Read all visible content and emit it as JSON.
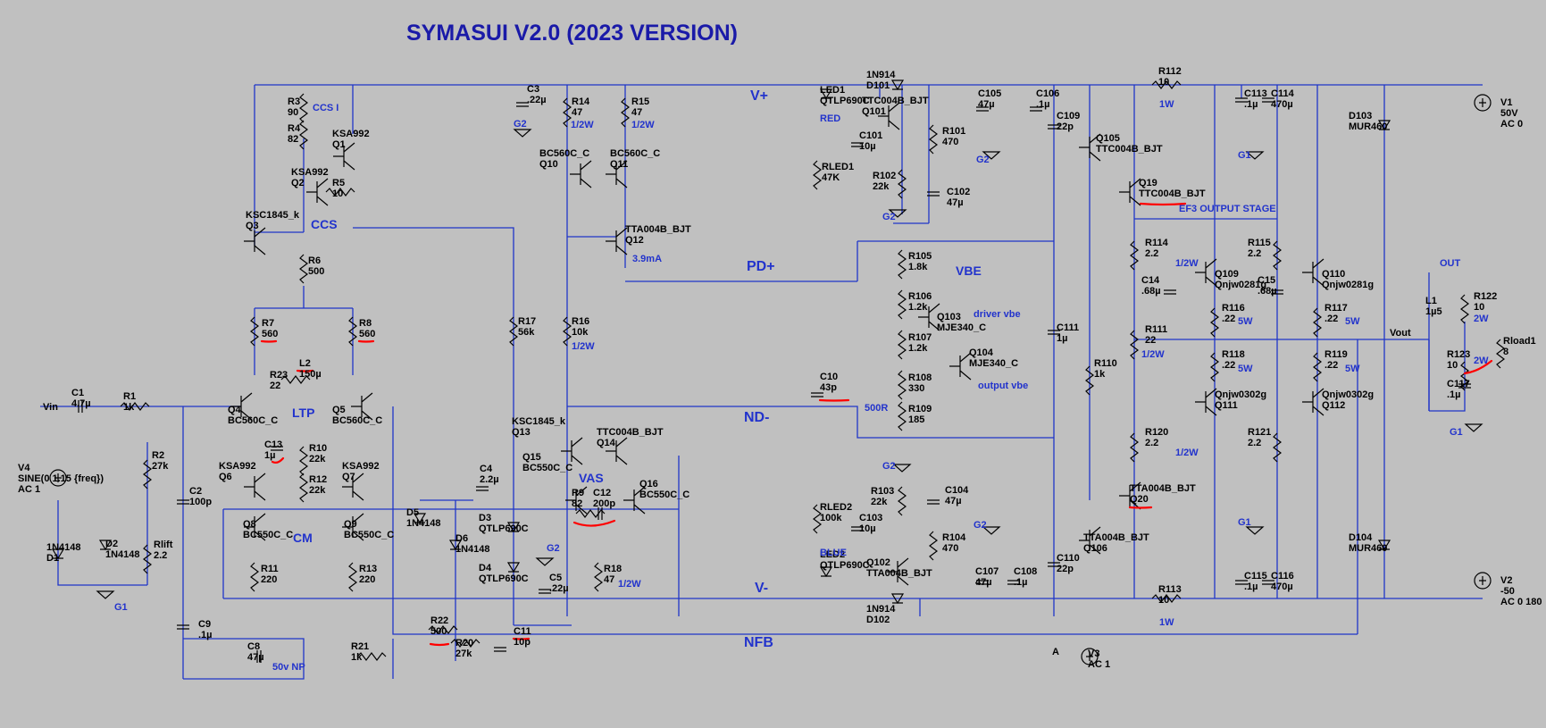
{
  "title": "SYMASUI V2.0 (2023 VERSION)",
  "colors": {
    "background": "#c0c0c0",
    "wire": "#1f35c8",
    "text": "#000000",
    "net_label": "#2233cc",
    "highlight": "#ff0000"
  },
  "net_labels": [
    {
      "id": "vplus",
      "text": "V+"
    },
    {
      "id": "vminus",
      "text": "V-"
    },
    {
      "id": "pdplus",
      "text": "PD+"
    },
    {
      "id": "ndminus",
      "text": "ND-"
    },
    {
      "id": "nfb",
      "text": "NFB"
    },
    {
      "id": "vin",
      "text": "Vin"
    },
    {
      "id": "vout",
      "text": "Vout"
    },
    {
      "id": "out",
      "text": "OUT"
    },
    {
      "id": "port-a",
      "text": "A"
    }
  ],
  "block_labels": [
    {
      "id": "ccs",
      "text": "CCS"
    },
    {
      "id": "ltp",
      "text": "LTP"
    },
    {
      "id": "cm",
      "text": "CM"
    },
    {
      "id": "vas",
      "text": "VAS"
    },
    {
      "id": "vbe",
      "text": "VBE"
    }
  ],
  "notes": [
    {
      "id": "ccs1",
      "text": "CCS I"
    },
    {
      "id": "ef3",
      "text": "EF3 OUTPUT STAGE"
    },
    {
      "id": "drivervbe",
      "text": "driver vbe"
    },
    {
      "id": "outputvbe",
      "text": "output vbe"
    },
    {
      "id": "ma",
      "text": "3.9mA"
    },
    {
      "id": "r500",
      "text": "500R"
    },
    {
      "id": "np",
      "text": "50v NP"
    },
    {
      "id": "r14w",
      "text": "1/2W"
    },
    {
      "id": "r15w",
      "text": "1/2W"
    },
    {
      "id": "r16w",
      "text": "1/2W"
    },
    {
      "id": "r18w",
      "text": "1/2W"
    },
    {
      "id": "r112w",
      "text": "1W"
    },
    {
      "id": "r113w",
      "text": "1W"
    },
    {
      "id": "r114w",
      "text": "1/2W"
    },
    {
      "id": "r111w",
      "text": "1/2W"
    },
    {
      "id": "r120w",
      "text": "1/2W"
    },
    {
      "id": "r116w",
      "text": "5W"
    },
    {
      "id": "r117w",
      "text": "5W"
    },
    {
      "id": "r118w",
      "text": "5W"
    },
    {
      "id": "r119w",
      "text": "5W"
    },
    {
      "id": "r122w",
      "text": "2W"
    },
    {
      "id": "r123w",
      "text": "2W"
    },
    {
      "id": "red",
      "text": "RED"
    },
    {
      "id": "blue",
      "text": "BLUE"
    }
  ],
  "components": [
    {
      "id": "r3",
      "lines": [
        "R3",
        "90"
      ]
    },
    {
      "id": "r4",
      "lines": [
        "R4",
        "82"
      ]
    },
    {
      "id": "q1",
      "lines": [
        "KSA992",
        "Q1"
      ]
    },
    {
      "id": "q2",
      "lines": [
        "KSA992",
        "Q2"
      ]
    },
    {
      "id": "r5",
      "lines": [
        "R5",
        "10"
      ]
    },
    {
      "id": "q3",
      "lines": [
        "KSC1845_k",
        "Q3"
      ]
    },
    {
      "id": "r6",
      "lines": [
        "R6",
        "500"
      ]
    },
    {
      "id": "r7",
      "lines": [
        "R7",
        "560"
      ]
    },
    {
      "id": "r8",
      "lines": [
        "R8",
        "560"
      ]
    },
    {
      "id": "l2",
      "lines": [
        "L2",
        "150µ"
      ]
    },
    {
      "id": "r23",
      "lines": [
        "R23",
        "22"
      ]
    },
    {
      "id": "q4",
      "lines": [
        "Q4",
        "BC560C_C"
      ]
    },
    {
      "id": "q5",
      "lines": [
        "Q5",
        "BC560C_C"
      ]
    },
    {
      "id": "c13",
      "lines": [
        "C13",
        "1µ"
      ]
    },
    {
      "id": "r10",
      "lines": [
        "R10",
        "22k"
      ]
    },
    {
      "id": "r12",
      "lines": [
        "R12",
        "22k"
      ]
    },
    {
      "id": "q6",
      "lines": [
        "KSA992",
        "Q6"
      ]
    },
    {
      "id": "q7",
      "lines": [
        "KSA992",
        "Q7"
      ]
    },
    {
      "id": "q8",
      "lines": [
        "Q8",
        "BC550C_C"
      ]
    },
    {
      "id": "q9",
      "lines": [
        "Q9",
        "BC550C_C"
      ]
    },
    {
      "id": "r11",
      "lines": [
        "R11",
        "220"
      ]
    },
    {
      "id": "r13",
      "lines": [
        "R13",
        "220"
      ]
    },
    {
      "id": "c1",
      "lines": [
        "C1",
        "4.7µ"
      ]
    },
    {
      "id": "r1",
      "lines": [
        "R1",
        "1k"
      ]
    },
    {
      "id": "v4",
      "lines": [
        "V4",
        "SINE(0 1.15 {freq})",
        "AC 1"
      ]
    },
    {
      "id": "r2",
      "lines": [
        "R2",
        "27k"
      ]
    },
    {
      "id": "c2",
      "lines": [
        "C2",
        "100p"
      ]
    },
    {
      "id": "d1",
      "lines": [
        "1N4148",
        "D1"
      ]
    },
    {
      "id": "d2",
      "lines": [
        "D2",
        "1N4148"
      ]
    },
    {
      "id": "rlift",
      "lines": [
        "Rlift",
        "2.2"
      ]
    },
    {
      "id": "c9",
      "lines": [
        "C9",
        ".1µ"
      ]
    },
    {
      "id": "c8",
      "lines": [
        "C8",
        "47µ"
      ]
    },
    {
      "id": "r21",
      "lines": [
        "R21",
        "1k"
      ]
    },
    {
      "id": "r22",
      "lines": [
        "R22",
        "500"
      ]
    },
    {
      "id": "r20",
      "lines": [
        "R20",
        "27k"
      ]
    },
    {
      "id": "c11",
      "lines": [
        "C11",
        "10p"
      ]
    },
    {
      "id": "c3",
      "lines": [
        "C3",
        ".22µ"
      ]
    },
    {
      "id": "r14",
      "lines": [
        "R14",
        "47"
      ]
    },
    {
      "id": "r15",
      "lines": [
        "R15",
        "47"
      ]
    },
    {
      "id": "q10",
      "lines": [
        "BC560C_C",
        "Q10"
      ]
    },
    {
      "id": "q11",
      "lines": [
        "BC560C_C",
        "Q11"
      ]
    },
    {
      "id": "q12",
      "lines": [
        "TTA004B_BJT",
        "Q12"
      ]
    },
    {
      "id": "r16",
      "lines": [
        "R16",
        "10k"
      ]
    },
    {
      "id": "r17",
      "lines": [
        "R17",
        "56k"
      ]
    },
    {
      "id": "c4",
      "lines": [
        "C4",
        "2.2µ"
      ]
    },
    {
      "id": "d5",
      "lines": [
        "D5",
        "1N4148"
      ]
    },
    {
      "id": "d6",
      "lines": [
        "D6",
        "1N4148"
      ]
    },
    {
      "id": "d3",
      "lines": [
        "D3",
        "QTLP690C"
      ]
    },
    {
      "id": "d4",
      "lines": [
        "D4",
        "QTLP690C"
      ]
    },
    {
      "id": "c5",
      "lines": [
        "C5",
        ".22µ"
      ]
    },
    {
      "id": "q13",
      "lines": [
        "KSC1845_k",
        "Q13"
      ]
    },
    {
      "id": "q14",
      "lines": [
        "TTC004B_BJT",
        "Q14"
      ]
    },
    {
      "id": "q15",
      "lines": [
        "Q15",
        "BC550C_C"
      ]
    },
    {
      "id": "q16",
      "lines": [
        "Q16",
        "BC550C_C"
      ]
    },
    {
      "id": "r9",
      "lines": [
        "R9",
        "82"
      ]
    },
    {
      "id": "c12",
      "lines": [
        "C12",
        "200p"
      ]
    },
    {
      "id": "r18",
      "lines": [
        "R18",
        "47"
      ]
    },
    {
      "id": "c10",
      "lines": [
        "C10",
        "43p"
      ]
    },
    {
      "id": "led1",
      "lines": [
        "LED1",
        "QTLP690C"
      ]
    },
    {
      "id": "rled1",
      "lines": [
        "RLED1",
        "47K"
      ]
    },
    {
      "id": "d101",
      "lines": [
        "1N914",
        "D101"
      ]
    },
    {
      "id": "q101",
      "lines": [
        "TTC004B_BJT",
        "Q101"
      ]
    },
    {
      "id": "c101",
      "lines": [
        "C101",
        "10µ"
      ]
    },
    {
      "id": "r101",
      "lines": [
        "R101",
        "470"
      ]
    },
    {
      "id": "r102",
      "lines": [
        "R102",
        "22k"
      ]
    },
    {
      "id": "c102",
      "lines": [
        "C102",
        "47µ"
      ]
    },
    {
      "id": "c105",
      "lines": [
        "C105",
        "47µ"
      ]
    },
    {
      "id": "c106",
      "lines": [
        "C106",
        ".1µ"
      ]
    },
    {
      "id": "r105",
      "lines": [
        "R105",
        "1.8k"
      ]
    },
    {
      "id": "r106",
      "lines": [
        "R106",
        "1.2k"
      ]
    },
    {
      "id": "r107",
      "lines": [
        "R107",
        "1.2k"
      ]
    },
    {
      "id": "r108",
      "lines": [
        "R108",
        "330"
      ]
    },
    {
      "id": "r109",
      "lines": [
        "R109",
        "185"
      ]
    },
    {
      "id": "q103",
      "lines": [
        "Q103",
        "MJE340_C"
      ]
    },
    {
      "id": "q104",
      "lines": [
        "Q104",
        "MJE340_C"
      ]
    },
    {
      "id": "led2",
      "lines": [
        "LED2",
        "QTLP690C"
      ]
    },
    {
      "id": "rled2",
      "lines": [
        "RLED2",
        "100k"
      ]
    },
    {
      "id": "c103",
      "lines": [
        "C103",
        "10µ"
      ]
    },
    {
      "id": "r103",
      "lines": [
        "R103",
        "22k"
      ]
    },
    {
      "id": "c104",
      "lines": [
        "C104",
        "47µ"
      ]
    },
    {
      "id": "r104",
      "lines": [
        "R104",
        "470"
      ]
    },
    {
      "id": "q102",
      "lines": [
        "Q102",
        "TTA004B_BJT"
      ]
    },
    {
      "id": "d102",
      "lines": [
        "1N914",
        "D102"
      ]
    },
    {
      "id": "c107",
      "lines": [
        "C107",
        "47µ"
      ]
    },
    {
      "id": "c108",
      "lines": [
        "C108",
        ".1µ"
      ]
    },
    {
      "id": "c109",
      "lines": [
        "C109",
        "22p"
      ]
    },
    {
      "id": "c111",
      "lines": [
        "C111",
        "1µ"
      ]
    },
    {
      "id": "c110",
      "lines": [
        "C110",
        "22p"
      ]
    },
    {
      "id": "q105",
      "lines": [
        "Q105",
        "TTC004B_BJT"
      ]
    },
    {
      "id": "q106",
      "lines": [
        "TTA004B_BJT",
        "Q106"
      ]
    },
    {
      "id": "r110",
      "lines": [
        "R110",
        "1k"
      ]
    },
    {
      "id": "q19",
      "lines": [
        "Q19",
        "TTC004B_BJT"
      ]
    },
    {
      "id": "q20",
      "lines": [
        "TTA004B_BJT",
        "Q20"
      ]
    },
    {
      "id": "r112",
      "lines": [
        "R112",
        "10"
      ]
    },
    {
      "id": "r113",
      "lines": [
        "R113",
        "10"
      ]
    },
    {
      "id": "c113",
      "lines": [
        "C113",
        ".1µ"
      ]
    },
    {
      "id": "c114",
      "lines": [
        "C114",
        "470µ"
      ]
    },
    {
      "id": "c115",
      "lines": [
        "C115",
        ".1µ"
      ]
    },
    {
      "id": "c116",
      "lines": [
        "C116",
        "470µ"
      ]
    },
    {
      "id": "r114",
      "lines": [
        "R114",
        "2.2"
      ]
    },
    {
      "id": "r115",
      "lines": [
        "R115",
        "2.2"
      ]
    },
    {
      "id": "c14",
      "lines": [
        "C14",
        ".68µ"
      ]
    },
    {
      "id": "c15",
      "lines": [
        "C15",
        ".68µ"
      ]
    },
    {
      "id": "q109",
      "lines": [
        "Q109",
        "Qnjw0281g"
      ]
    },
    {
      "id": "q110",
      "lines": [
        "Q110",
        "Qnjw0281g"
      ]
    },
    {
      "id": "r111",
      "lines": [
        "R111",
        "22"
      ]
    },
    {
      "id": "r116",
      "lines": [
        "R116",
        ".22"
      ]
    },
    {
      "id": "r117",
      "lines": [
        "R117",
        ".22"
      ]
    },
    {
      "id": "r118",
      "lines": [
        "R118",
        ".22"
      ]
    },
    {
      "id": "r119",
      "lines": [
        "R119",
        ".22"
      ]
    },
    {
      "id": "q111",
      "lines": [
        "Qnjw0302g",
        "Q111"
      ]
    },
    {
      "id": "q112",
      "lines": [
        "Qnjw0302g",
        "Q112"
      ]
    },
    {
      "id": "r120",
      "lines": [
        "R120",
        "2.2"
      ]
    },
    {
      "id": "r121",
      "lines": [
        "R121",
        "2.2"
      ]
    },
    {
      "id": "l1",
      "lines": [
        "L1",
        "1µ5"
      ]
    },
    {
      "id": "r122",
      "lines": [
        "R122",
        "10"
      ]
    },
    {
      "id": "r123",
      "lines": [
        "R123",
        "10"
      ]
    },
    {
      "id": "c117",
      "lines": [
        "C117",
        ".1µ"
      ]
    },
    {
      "id": "rload1",
      "lines": [
        "Rload1",
        "8"
      ]
    },
    {
      "id": "d103",
      "lines": [
        "D103",
        "MUR460"
      ]
    },
    {
      "id": "d104",
      "lines": [
        "D104",
        "MUR460"
      ]
    },
    {
      "id": "v1",
      "lines": [
        "V1",
        "50V",
        "AC 0"
      ]
    },
    {
      "id": "v2",
      "lines": [
        "V2",
        "-50",
        "AC 0 180"
      ]
    },
    {
      "id": "v3",
      "lines": [
        "V3",
        "AC 1"
      ]
    }
  ],
  "grounds": [
    {
      "id": "g-q10",
      "text": "G2"
    },
    {
      "id": "g-c105",
      "text": "G2"
    },
    {
      "id": "g-c102",
      "text": "G2"
    },
    {
      "id": "g-c113",
      "text": "G1"
    },
    {
      "id": "g-c5",
      "text": "G2"
    },
    {
      "id": "g-r103",
      "text": "G2"
    },
    {
      "id": "g-c107",
      "text": "G2"
    },
    {
      "id": "g-c115",
      "text": "G1"
    },
    {
      "id": "g-v4",
      "text": "G1"
    },
    {
      "id": "g-rload",
      "text": "G1"
    }
  ]
}
